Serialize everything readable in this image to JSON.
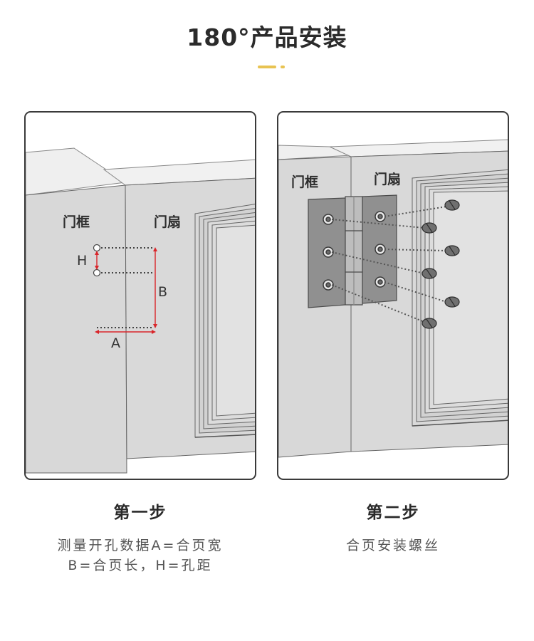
{
  "header": {
    "title": "180°产品安装"
  },
  "colors": {
    "accent": "#e8c352",
    "arrow": "#d9252a",
    "dots": "#555555"
  },
  "step1": {
    "frame_label": "门框",
    "leaf_label": "门扇",
    "dim_h": "H",
    "dim_b": "B",
    "dim_a": "A",
    "title": "第一步",
    "desc_line1": "测量开孔数据A=合页宽",
    "desc_line2": "B=合页长，H=孔距"
  },
  "step2": {
    "frame_label": "门框",
    "leaf_label": "门扇",
    "title": "第二步",
    "desc_line1": "合页安装螺丝"
  }
}
